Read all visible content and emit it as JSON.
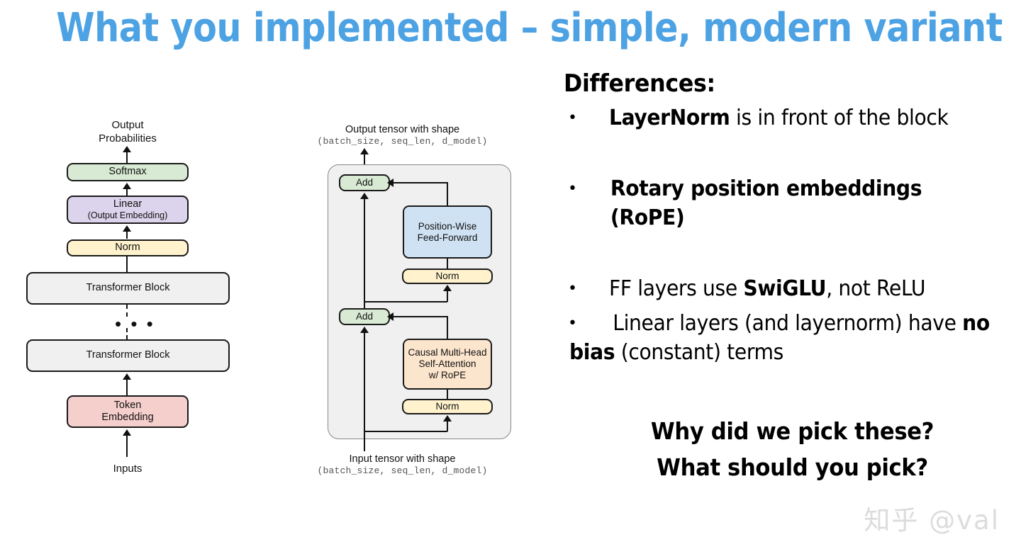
{
  "slide": {
    "title": "What you implemented – simple, modern variant",
    "title_color": "#4da2e3",
    "background": "#ffffff"
  },
  "left_diagram": {
    "name": "full-model-architecture",
    "top_caption": "Output\nProbabilities",
    "top_caption_line1": "Output",
    "top_caption_line2": "Probabilities",
    "bottom_caption": "Inputs",
    "ellipsis": "• • •",
    "blocks": [
      {
        "id": "softmax",
        "label": "Softmax",
        "sub": "",
        "color": "#d8ead3"
      },
      {
        "id": "linear",
        "label": "Linear",
        "sub": "(Output Embedding)",
        "color": "#dcd3ec"
      },
      {
        "id": "norm",
        "label": "Norm",
        "sub": "",
        "color": "#fff2cc"
      },
      {
        "id": "transformer-1",
        "label": "Transformer Block",
        "sub": "",
        "color": "#f0f0f0"
      },
      {
        "id": "transformer-2",
        "label": "Transformer Block",
        "sub": "",
        "color": "#f0f0f0"
      },
      {
        "id": "token-embedding",
        "label": "Token",
        "sub": "Embedding",
        "color": "#f5cfcc"
      }
    ]
  },
  "middle_diagram": {
    "name": "transformer-block-internals",
    "top_caption_line1": "Output tensor with shape",
    "top_caption_line2": "(batch_size, seq_len, d_model)",
    "bottom_caption_line1": "Input tensor with shape",
    "bottom_caption_line2": "(batch_size, seq_len, d_model)",
    "container_color": "#f0f0f0",
    "blocks": [
      {
        "id": "add-top",
        "label": "Add",
        "sub": "",
        "color": "#d8ead3"
      },
      {
        "id": "ffn",
        "label": "Position-Wise",
        "sub": "Feed-Forward",
        "color": "#cfe2f3"
      },
      {
        "id": "norm-ffn",
        "label": "Norm",
        "sub": "",
        "color": "#fff2cc"
      },
      {
        "id": "add-bottom",
        "label": "Add",
        "sub": "",
        "color": "#d8ead3"
      },
      {
        "id": "attention",
        "label": "Causal Multi-Head",
        "sub": "Self-Attention",
        "sub2": "w/ RoPE",
        "color": "#fce5cd"
      },
      {
        "id": "norm-attn",
        "label": "Norm",
        "sub": "",
        "color": "#fff2cc"
      }
    ]
  },
  "differences": {
    "heading": "Differences:",
    "bullet_glyph": "•",
    "items": [
      {
        "id": "layernorm",
        "bold_lead": "LayerNorm",
        "rest": " is in front of the block"
      },
      {
        "id": "rope",
        "bold_lead": "Rotary position embeddings (RoPE)",
        "rest": ""
      },
      {
        "id": "swiglu",
        "pre": "FF layers use ",
        "bold_mid": "SwiGLU",
        "rest": ", not ReLU"
      },
      {
        "id": "no-bias",
        "pre": " Linear layers (and layernorm) have ",
        "bold_mid": "no bias",
        "rest": " (constant) terms"
      }
    ]
  },
  "closing": {
    "line1": "Why did we pick these?",
    "line2": "What should you pick?"
  },
  "watermark": {
    "text": "知乎 @val"
  }
}
